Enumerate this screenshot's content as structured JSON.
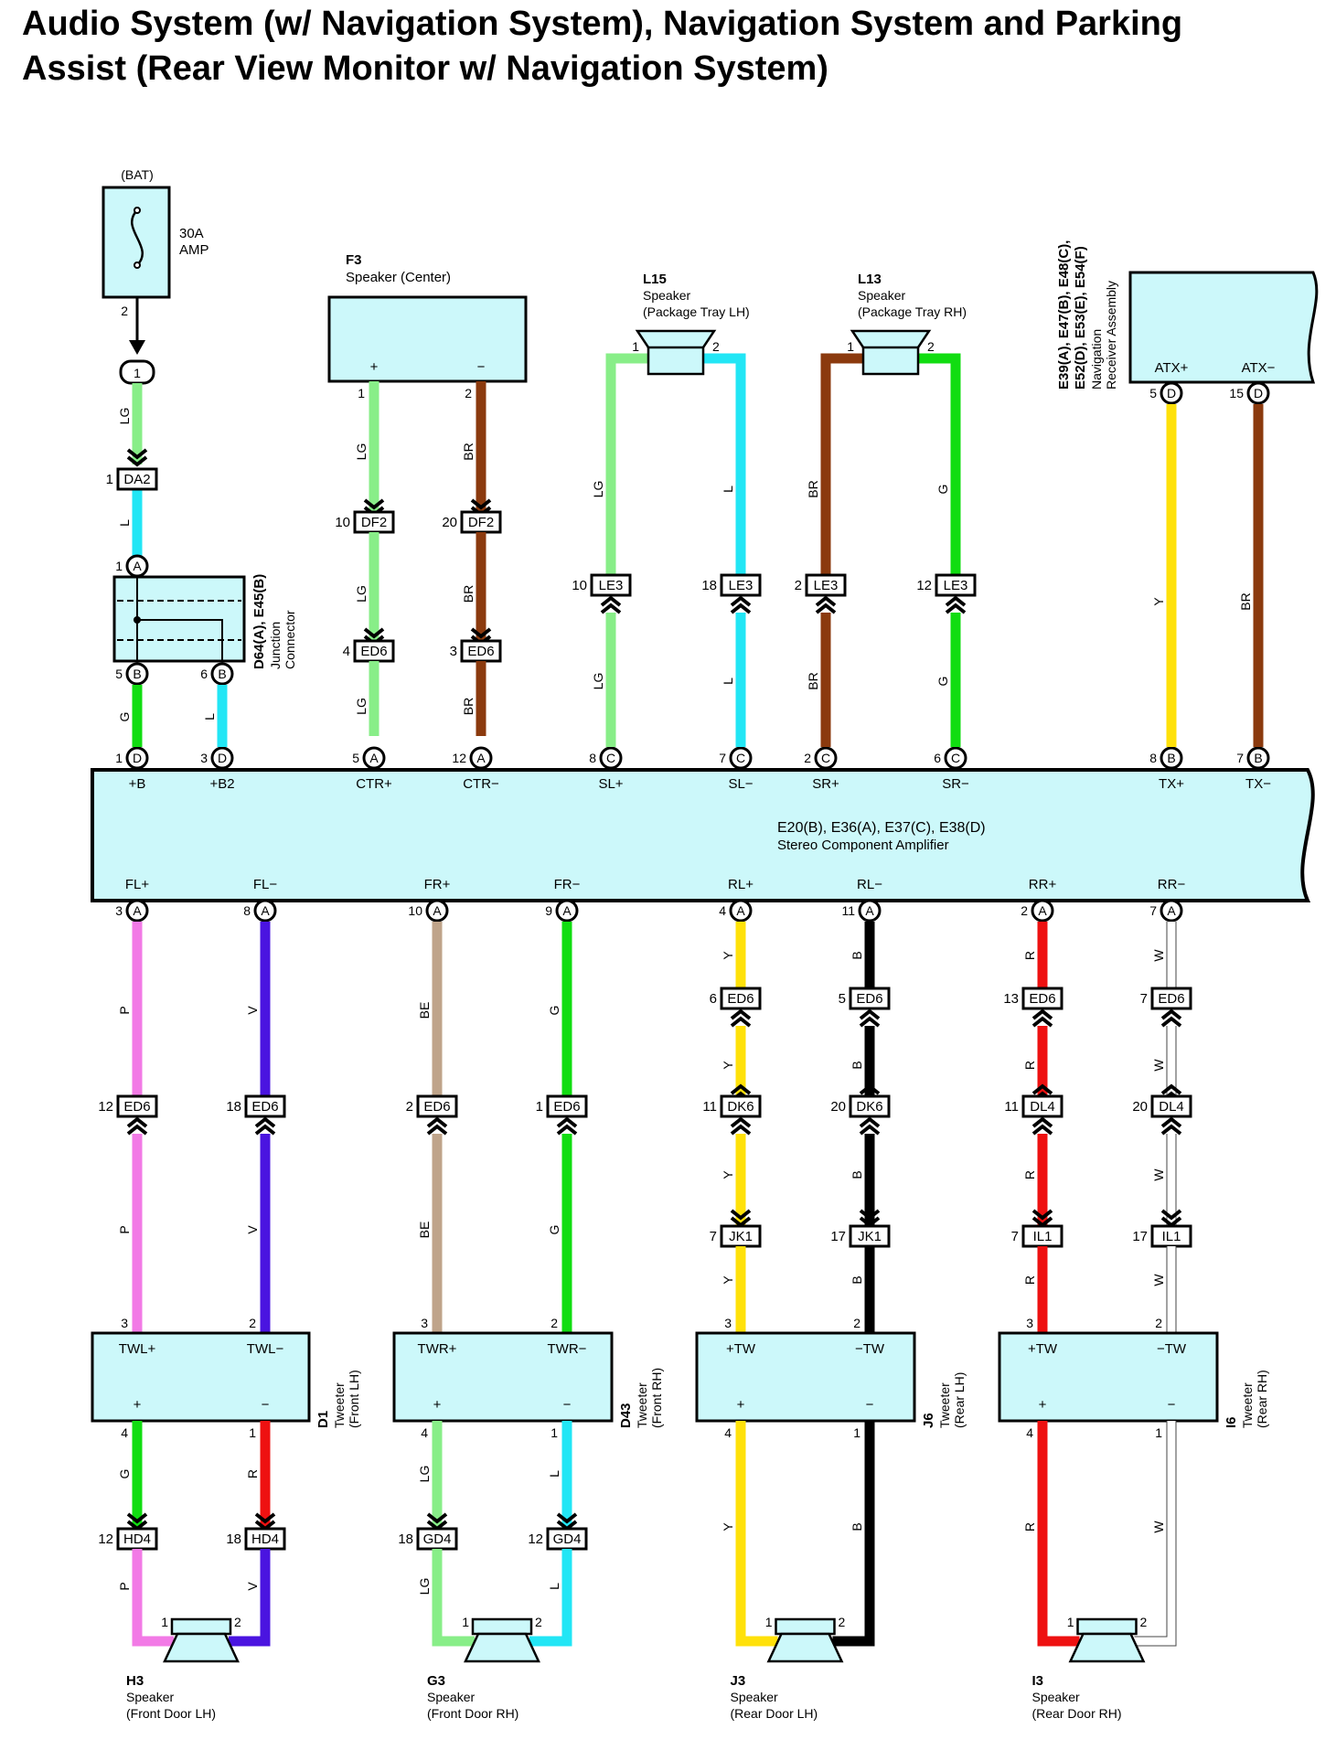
{
  "title": {
    "line1": "Audio System (w/ Navigation System), Navigation System and Parking",
    "line2": "Assist (Rear View Monitor w/ Navigation System)"
  },
  "colors": {
    "LG": "#88ee88",
    "L": "#22e6f5",
    "BR": "#8b3a0e",
    "G": "#11dd11",
    "Y": "#ffe10a",
    "P": "#f27ae6",
    "V": "#4a14e0",
    "BE": "#bfa48a",
    "B": "#000000",
    "R": "#ee1111",
    "W": "#ffffff",
    "component_fill": "#ccf8fa"
  },
  "battery": {
    "label": "(BAT)",
    "fuse_l1": "30A",
    "fuse_l2": "AMP",
    "pin": "2",
    "connector": "1"
  },
  "junction": {
    "name": "D64(A), E45(B)",
    "desc1": "Junction",
    "desc2": "Connector"
  },
  "center_speaker": {
    "id": "F3",
    "name": "Speaker (Center)",
    "plus": "+",
    "minus": "−"
  },
  "tray_lh": {
    "id": "L15",
    "name": "Speaker",
    "loc": "(Package Tray LH)"
  },
  "tray_rh": {
    "id": "L13",
    "name": "Speaker",
    "loc": "(Package Tray RH)"
  },
  "nav": {
    "id1": "E39(A), E47(B), E48(C),",
    "id2": "E52(D), E53(E), E54(F)",
    "name1": "Navigation",
    "name2": "Receiver Assembly",
    "atxp": "ATX+",
    "atxm": "ATX−"
  },
  "amp": {
    "id": "E20(B), E36(A), E37(C), E38(D)",
    "name": "Stereo Component Amplifier"
  },
  "amp_top_terms": [
    {
      "pin": "1",
      "conn": "D",
      "label": "+B"
    },
    {
      "pin": "3",
      "conn": "D",
      "label": "+B2"
    },
    {
      "pin": "5",
      "conn": "A",
      "label": "CTR+"
    },
    {
      "pin": "12",
      "conn": "A",
      "label": "CTR−"
    },
    {
      "pin": "8",
      "conn": "C",
      "label": "SL+"
    },
    {
      "pin": "7",
      "conn": "C",
      "label": "SL−"
    },
    {
      "pin": "2",
      "conn": "C",
      "label": "SR+"
    },
    {
      "pin": "6",
      "conn": "C",
      "label": "SR−"
    },
    {
      "pin": "8",
      "conn": "B",
      "label": "TX+"
    },
    {
      "pin": "7",
      "conn": "B",
      "label": "TX−"
    }
  ],
  "amp_bottom_terms": [
    {
      "pin": "3",
      "conn": "A",
      "label": "FL+"
    },
    {
      "pin": "8",
      "conn": "A",
      "label": "FL−"
    },
    {
      "pin": "10",
      "conn": "A",
      "label": "FR+"
    },
    {
      "pin": "9",
      "conn": "A",
      "label": "FR−"
    },
    {
      "pin": "4",
      "conn": "A",
      "label": "RL+"
    },
    {
      "pin": "11",
      "conn": "A",
      "label": "RL−"
    },
    {
      "pin": "2",
      "conn": "A",
      "label": "RR+"
    },
    {
      "pin": "7",
      "conn": "A",
      "label": "RR−"
    }
  ],
  "top_wires": [
    {
      "color": "LG",
      "segs": [
        {
          "c": "LG",
          "label": "LG"
        },
        {
          "c": "L",
          "label": "L",
          "conn": {
            "pin": "1",
            "name": "DA2"
          }
        },
        {
          "c": "G",
          "label": "G"
        }
      ]
    },
    {
      "segs": [
        {
          "c": "L",
          "label": "L"
        }
      ]
    },
    {
      "segs": [
        {
          "c": "LG",
          "label": "LG",
          "top_pin": "1"
        },
        {
          "c": "LG",
          "label": "LG",
          "conn": {
            "pin": "10",
            "name": "DF2"
          }
        },
        {
          "c": "LG",
          "label": "LG",
          "conn": {
            "pin": "4",
            "name": "ED6"
          }
        }
      ]
    },
    {
      "segs": [
        {
          "c": "BR",
          "label": "BR",
          "top_pin": "2"
        },
        {
          "c": "BR",
          "label": "BR",
          "conn": {
            "pin": "20",
            "name": "DF2"
          }
        },
        {
          "c": "BR",
          "label": "BR",
          "conn": {
            "pin": "3",
            "name": "ED6"
          }
        }
      ]
    },
    {
      "segs": [
        {
          "c": "LG",
          "label": "LG",
          "top_pin": "1"
        },
        {
          "c": "LG",
          "label": "LG",
          "conn": {
            "pin": "10",
            "name": "LE3"
          }
        }
      ]
    },
    {
      "segs": [
        {
          "c": "L",
          "label": "L",
          "top_pin": "2"
        },
        {
          "c": "L",
          "label": "L",
          "conn": {
            "pin": "18",
            "name": "LE3"
          }
        }
      ]
    },
    {
      "segs": [
        {
          "c": "BR",
          "label": "BR",
          "top_pin": "1"
        },
        {
          "c": "BR",
          "label": "BR",
          "conn": {
            "pin": "2",
            "name": "LE3"
          }
        }
      ]
    },
    {
      "segs": [
        {
          "c": "G",
          "label": "G",
          "top_pin": "2"
        },
        {
          "c": "G",
          "label": "G",
          "conn": {
            "pin": "12",
            "name": "LE3"
          }
        }
      ]
    },
    {
      "segs": [
        {
          "c": "Y",
          "label": "Y",
          "top_pin": "5",
          "top_conn": "D"
        }
      ]
    },
    {
      "segs": [
        {
          "c": "BR",
          "label": "BR",
          "top_pin": "15",
          "top_conn": "D"
        }
      ]
    }
  ],
  "bottom_wires": [
    {
      "c": "P",
      "label": "P",
      "c1": {
        "pin": "12",
        "name": "ED6"
      },
      "end_pin": "3"
    },
    {
      "c": "V",
      "label": "V",
      "c1": {
        "pin": "18",
        "name": "ED6"
      },
      "end_pin": "2"
    },
    {
      "c": "BE",
      "label": "BE",
      "c1": {
        "pin": "2",
        "name": "ED6"
      },
      "end_pin": "3"
    },
    {
      "c": "G",
      "label": "G",
      "c1": {
        "pin": "1",
        "name": "ED6"
      },
      "end_pin": "2"
    },
    {
      "c": "Y",
      "label": "Y",
      "c0": {
        "pin": "6",
        "name": "ED6"
      },
      "c1": {
        "pin": "11",
        "name": "DK6"
      },
      "c2": {
        "pin": "7",
        "name": "JK1"
      },
      "end_pin": "3"
    },
    {
      "c": "B",
      "label": "B",
      "c0": {
        "pin": "5",
        "name": "ED6"
      },
      "c1": {
        "pin": "20",
        "name": "DK6"
      },
      "c2": {
        "pin": "17",
        "name": "JK1"
      },
      "end_pin": "2"
    },
    {
      "c": "R",
      "label": "R",
      "c0": {
        "pin": "13",
        "name": "ED6"
      },
      "c1": {
        "pin": "11",
        "name": "DL4"
      },
      "c2": {
        "pin": "7",
        "name": "IL1"
      },
      "end_pin": "3"
    },
    {
      "c": "W",
      "label": "W",
      "c0": {
        "pin": "7",
        "name": "ED6"
      },
      "c1": {
        "pin": "20",
        "name": "DL4"
      },
      "c2": {
        "pin": "17",
        "name": "IL1"
      },
      "end_pin": "2"
    }
  ],
  "tweeters": [
    {
      "id": "D1",
      "name": "Tweeter",
      "loc": "(Front LH)",
      "t1": "TWL+",
      "t2": "TWL−",
      "plus": "+",
      "minus": "−"
    },
    {
      "id": "D43",
      "name": "Tweeter",
      "loc": "(Front RH)",
      "t1": "TWR+",
      "t2": "TWR−",
      "plus": "+",
      "minus": "−"
    },
    {
      "id": "J6",
      "name": "Tweeter",
      "loc": "(Rear LH)",
      "t1": "+TW",
      "t2": "−TW",
      "plus": "+",
      "minus": "−"
    },
    {
      "id": "I6",
      "name": "Tweeter",
      "loc": "(Rear RH)",
      "t1": "+TW",
      "t2": "−TW",
      "plus": "+",
      "minus": "−"
    }
  ],
  "door_wires": [
    {
      "a": {
        "c": "G",
        "label": "G",
        "pin": "4",
        "conn": {
          "pin": "12",
          "name": "HD4"
        },
        "c2": "P",
        "label2": "P"
      },
      "b": {
        "c": "R",
        "label": "R",
        "pin": "1",
        "conn": {
          "pin": "18",
          "name": "HD4"
        },
        "c2": "V",
        "label2": "V"
      }
    },
    {
      "a": {
        "c": "LG",
        "label": "LG",
        "pin": "4",
        "conn": {
          "pin": "18",
          "name": "GD4"
        },
        "c2": "LG",
        "label2": "LG"
      },
      "b": {
        "c": "L",
        "label": "L",
        "pin": "1",
        "conn": {
          "pin": "12",
          "name": "GD4"
        },
        "c2": "L",
        "label2": "L"
      }
    },
    {
      "a": {
        "c": "Y",
        "label": "Y",
        "pin": "4"
      },
      "b": {
        "c": "B",
        "label": "B",
        "pin": "1"
      }
    },
    {
      "a": {
        "c": "R",
        "label": "R",
        "pin": "4"
      },
      "b": {
        "c": "W",
        "label": "W",
        "pin": "1"
      }
    }
  ],
  "door_speakers": [
    {
      "id": "H3",
      "name": "Speaker",
      "loc": "(Front Door LH)",
      "p1": "1",
      "p2": "2"
    },
    {
      "id": "G3",
      "name": "Speaker",
      "loc": "(Front Door RH)",
      "p1": "1",
      "p2": "2"
    },
    {
      "id": "J3",
      "name": "Speaker",
      "loc": "(Rear Door LH)",
      "p1": "1",
      "p2": "2"
    },
    {
      "id": "I3",
      "name": "Speaker",
      "loc": "(Rear Door RH)",
      "p1": "1",
      "p2": "2"
    }
  ]
}
